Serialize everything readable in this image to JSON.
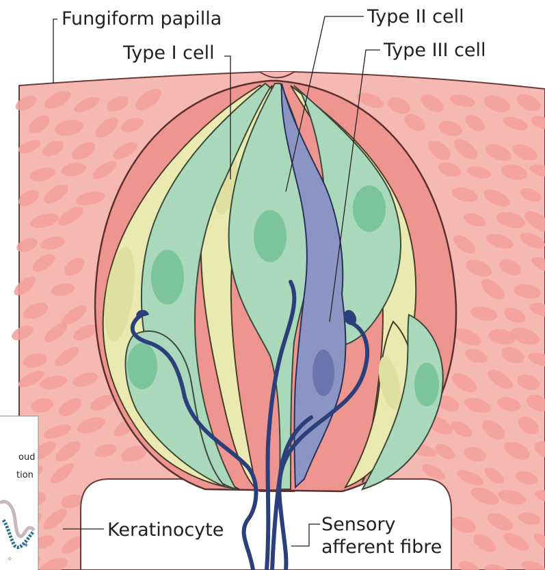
{
  "labels": {
    "fungiform_papilla": "Fungiform papilla",
    "type_i_cell": "Type I cell",
    "type_ii_cell": "Type II cell",
    "type_iii_cell": "Type III cell",
    "keratinocyte": "Keratinocyte",
    "sensory_afferent_fibre_line1": "Sensory",
    "sensory_afferent_fibre_line2": "afferent fibre"
  },
  "inset_fragment": {
    "line1": "oud",
    "line2": "tion"
  },
  "colors": {
    "epithelium": "#f6b8b2",
    "keratinocyte": "#f49f9b",
    "bud_interior": "#ef9590",
    "type_i": "#eaeab0",
    "type_ii": "#a9d8ba",
    "type_ii_nucleus": "#7cc49a",
    "type_iii": "#8a95c4",
    "nerve": "#2b3f7a",
    "outline": "#3a2a2a"
  }
}
